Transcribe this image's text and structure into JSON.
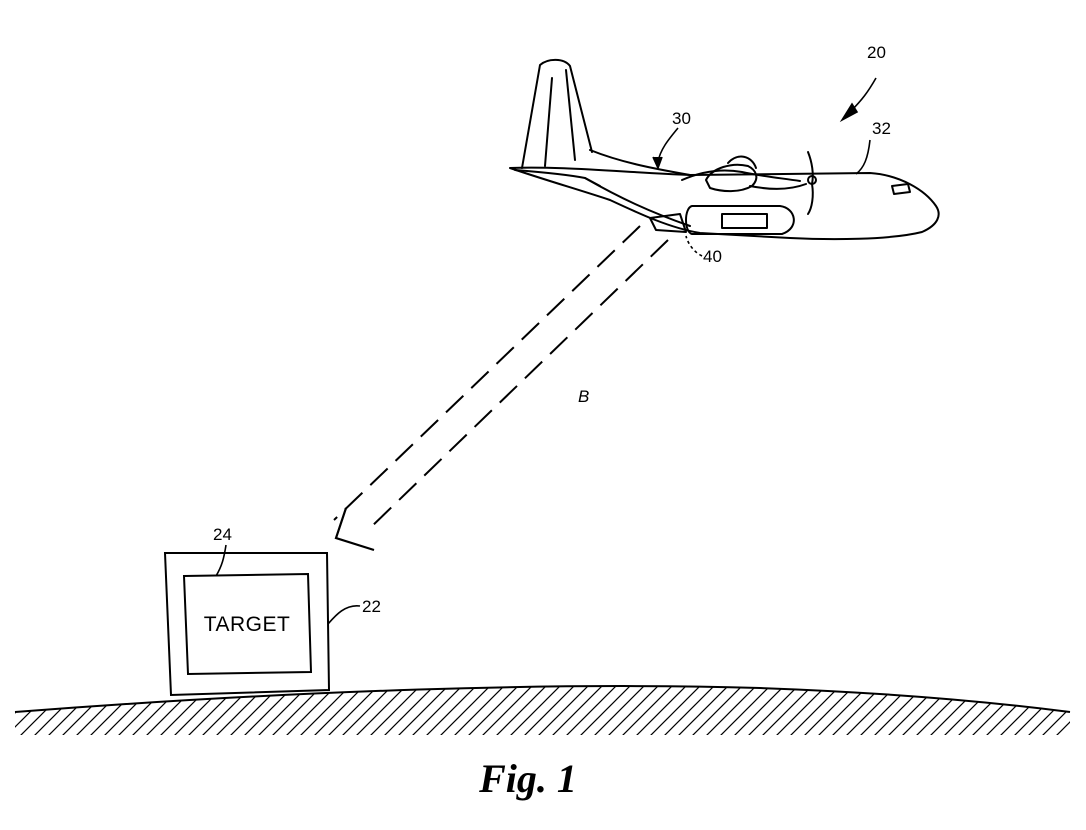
{
  "figure": {
    "labels": {
      "system": "20",
      "aircraft": "30",
      "fuselage": "32",
      "pod": "40",
      "beam": "B",
      "target_plate": "24",
      "target_structure": "22"
    },
    "target_text": "TARGET",
    "caption": "Fig. 1"
  }
}
